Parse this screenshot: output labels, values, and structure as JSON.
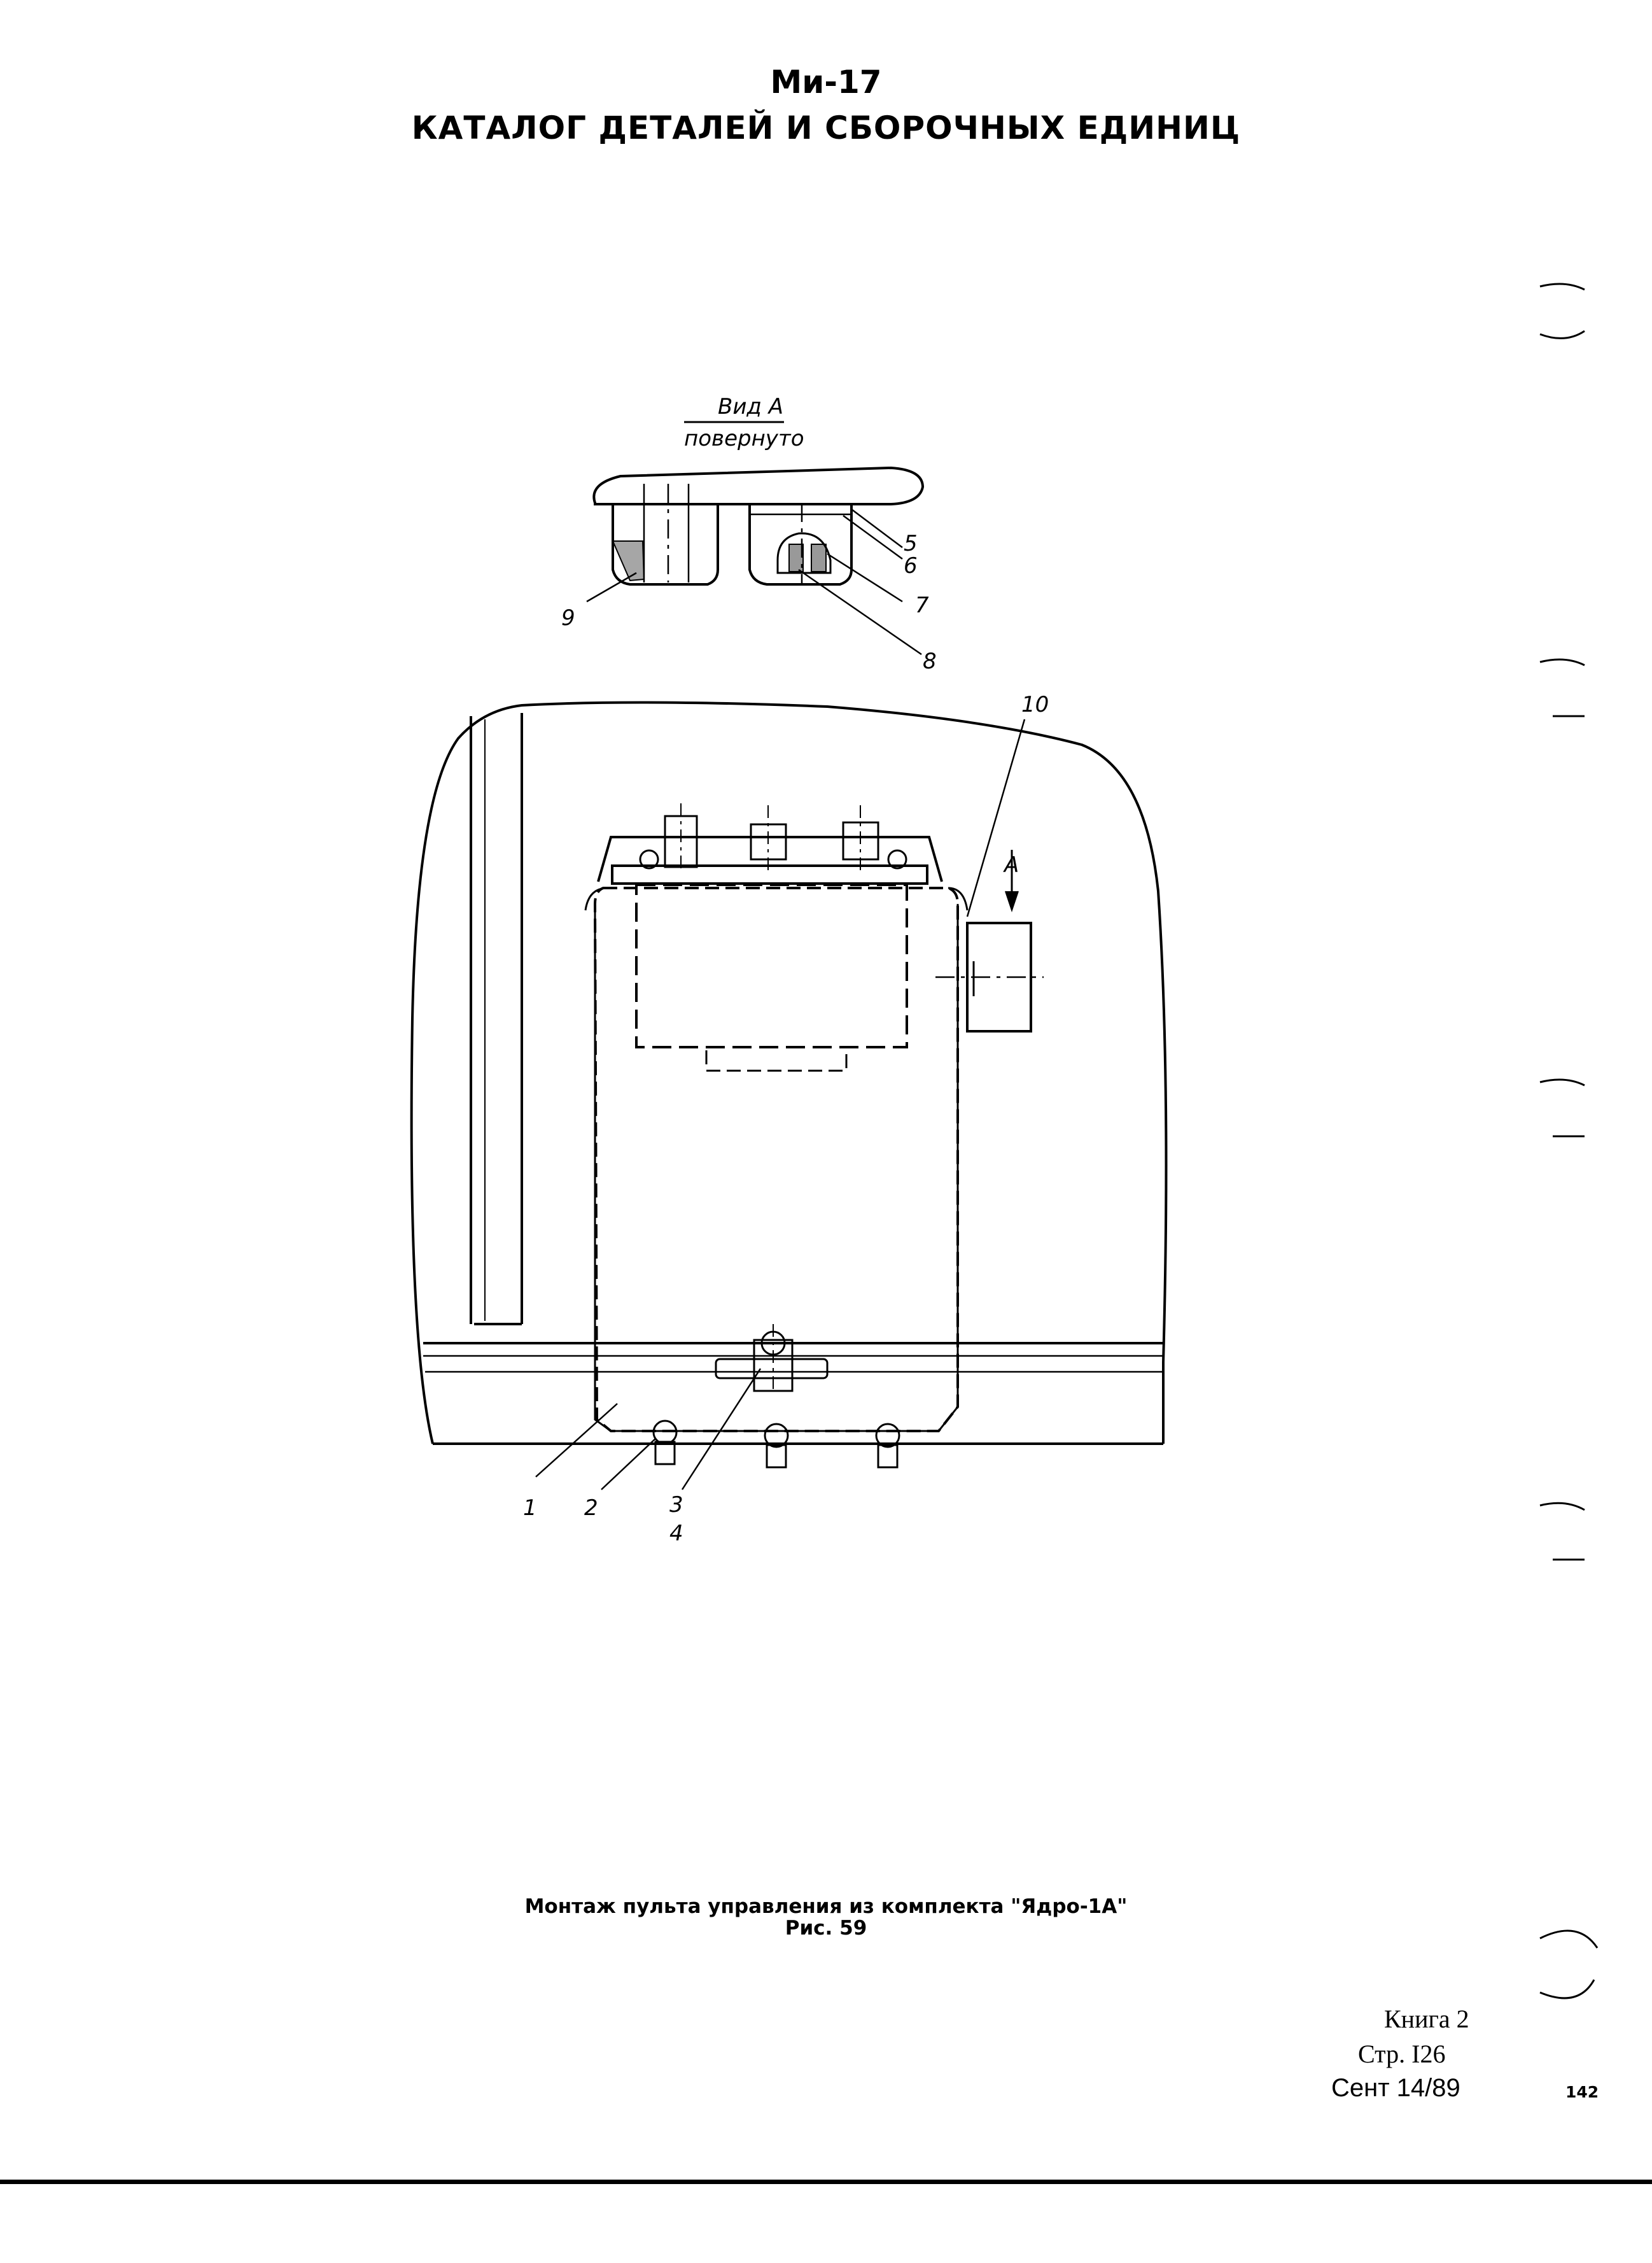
{
  "header": {
    "title": "Ми-17",
    "subtitle": "КАТАЛОГ ДЕТАЛЕЙ И СБОРОЧНЫХ ЕДИНИЦ"
  },
  "view": {
    "name": "Вид А",
    "note": "повернуто",
    "arrow_label": "А"
  },
  "callouts": {
    "c1": "1",
    "c2": "2",
    "c3": "3",
    "c4": "4",
    "c5": "5",
    "c6": "6",
    "c7": "7",
    "c8": "8",
    "c9": "9",
    "c10": "10"
  },
  "caption": {
    "text": "Монтаж пульта управления из комплекта \"Ядро-1А\"",
    "figure": "Рис. 59"
  },
  "footer": {
    "book": "Книга 2",
    "page": "Стр. I26",
    "date": "Сент 14/89",
    "page_number": "142"
  }
}
